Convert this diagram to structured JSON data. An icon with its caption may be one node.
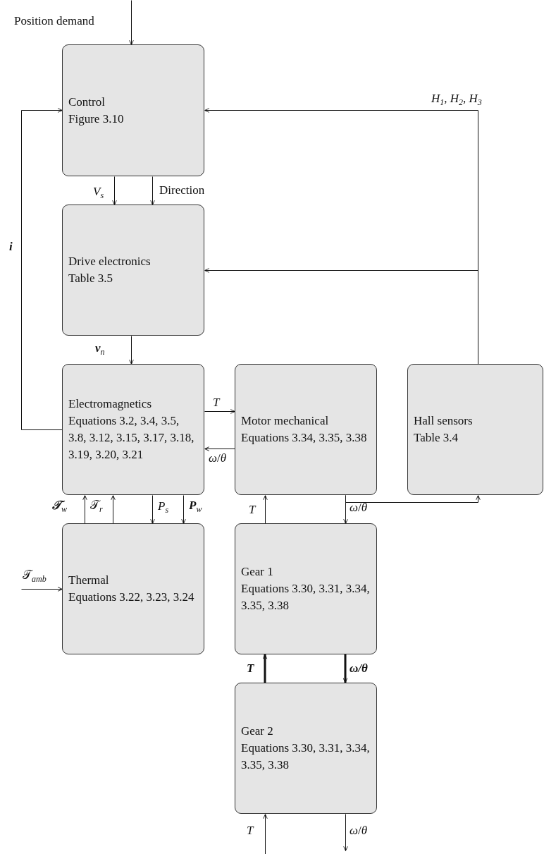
{
  "diagram": {
    "nodes": [
      {
        "text": [
          "Control",
          "Figure 3.10"
        ]
      },
      {
        "text": [
          "Drive electronics",
          "Table 3.5"
        ]
      },
      {
        "text": [
          "Electromagnetics",
          "Equations 3.2, 3.4, 3.5, 3.8, 3.12, 3.15, 3.17, 3.18, 3.19, 3.20, 3.21"
        ]
      },
      {
        "text": [
          "Motor mechanical",
          "Equations 3.34, 3.35, 3.38"
        ]
      },
      {
        "text": [
          "Hall sensors",
          "Table 3.4"
        ]
      },
      {
        "text": [
          "Thermal",
          "Equations 3.22, 3.23, 3.24"
        ]
      },
      {
        "text": [
          "Gear 1",
          "Equations 3.30, 3.31, 3.34, 3.35, 3.38"
        ]
      },
      {
        "text": [
          "Gear 2",
          "Equations 3.30, 3.31, 3.34, 3.35, 3.38"
        ]
      }
    ],
    "edges": [
      {
        "from": null,
        "to": 0,
        "arrow": "to",
        "label": "Position demand"
      },
      {
        "from": 0,
        "to": 1,
        "arrow": "to",
        "label": "*V*$_{s}$"
      },
      {
        "from": 0,
        "to": 1,
        "arrow": "to",
        "label": "Direction"
      },
      {
        "from": 1,
        "to": 2,
        "arrow": "to",
        "label": "**v**$_{n}$"
      },
      {
        "from": 2,
        "to": 0,
        "arrow": "to",
        "label": "**i**"
      },
      {
        "from": 4,
        "to": 0,
        "arrow": "to",
        "label": "*H*$_{1}$, *H*$_{2}$, *H*$_{3}$"
      },
      {
        "from": 4,
        "to": 1,
        "arrow": "to"
      },
      {
        "from": 2,
        "to": 3,
        "arrow": "to",
        "label": "*T*"
      },
      {
        "from": 3,
        "to": 2,
        "arrow": "to",
        "label": "*ω*/*θ*"
      },
      {
        "from": 3,
        "to": 6,
        "arrow": "to",
        "label": "*ω*/*θ*"
      },
      {
        "from": 3,
        "to": 4,
        "arrow": "to"
      },
      {
        "from": 6,
        "to": 3,
        "arrow": "to",
        "label": "*T*"
      },
      {
        "from": 5,
        "to": 2,
        "arrow": "to",
        "label": "**𝒯**$_{w}$"
      },
      {
        "from": 5,
        "to": 2,
        "arrow": "to",
        "label": "𝒯$_{r}$"
      },
      {
        "from": 2,
        "to": 5,
        "arrow": "to",
        "label": "*P*$_{s}$"
      },
      {
        "from": 2,
        "to": 5,
        "arrow": "to",
        "label": "**P**$_{w}$"
      },
      {
        "from": null,
        "to": 5,
        "arrow": "to",
        "label": "𝒯$_{amb}$"
      },
      {
        "from": 7,
        "to": 6,
        "arrow": "to",
        "label": "**T**",
        "style": "thick"
      },
      {
        "from": 6,
        "to": 7,
        "arrow": "to",
        "label": "**ω/θ**",
        "style": "thick"
      },
      {
        "from": null,
        "to": 7,
        "arrow": "to",
        "label": "*T*"
      },
      {
        "from": 7,
        "to": null,
        "arrow": "to",
        "label": "*ω*/*θ*"
      }
    ]
  }
}
